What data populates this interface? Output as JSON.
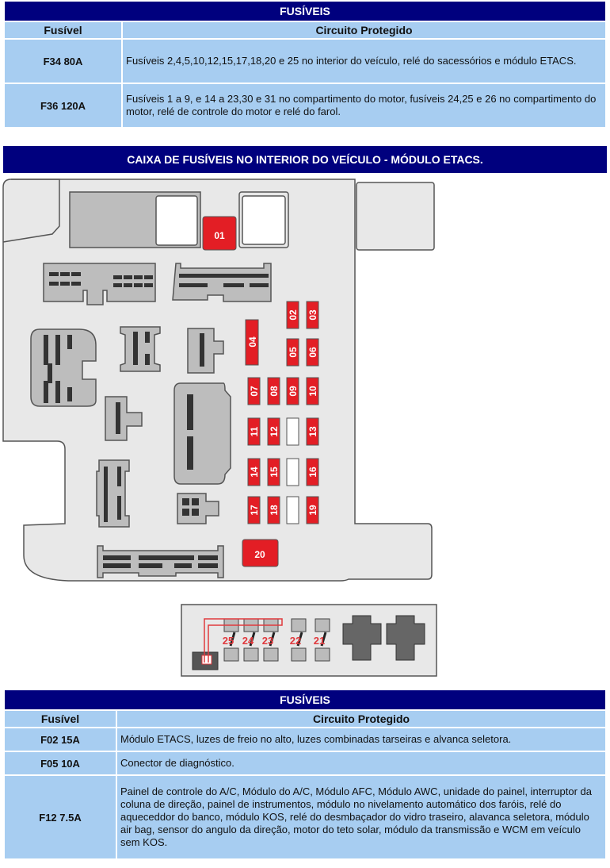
{
  "table1": {
    "title": "FUSÍVEIS",
    "col_fuse": "Fusível",
    "col_circuit": "Circuito Protegido",
    "rows": [
      {
        "fuse": "F34 80A",
        "circuit": "Fusíveis 2,4,5,10,12,15,17,18,20 e 25 no interior do veículo, relé do sacessórios e módulo ETACS."
      },
      {
        "fuse": "F36 120A",
        "circuit": "Fusíveis 1 a 9, e 14 a 23,30 e 31 no compartimento do motor, fusíveis 24,25 e 26 no compartimento do motor, relé de controle do motor e relé do farol."
      }
    ]
  },
  "diagram": {
    "title": "CAIXA DE FUSÍVEIS NO INTERIOR DO VEÍCULO - MÓDULO ETACS.",
    "fuses": [
      "01",
      "02",
      "03",
      "04",
      "05",
      "06",
      "07",
      "08",
      "09",
      "10",
      "11",
      "12",
      "13",
      "14",
      "15",
      "16",
      "17",
      "18",
      "19",
      "20",
      "21",
      "22",
      "23",
      "24",
      "25"
    ],
    "fuse_color": "#e31e25"
  },
  "table2": {
    "title": "FUSÍVEIS",
    "col_fuse": "Fusível",
    "col_circuit": "Circuito Protegido",
    "rows": [
      {
        "fuse": "F02 15A",
        "circuit": "Módulo ETACS, luzes de freio no alto, luzes combinadas tarseiras e alvanca seletora."
      },
      {
        "fuse": "F05 10A",
        "circuit": "Conector de diagnóstico."
      },
      {
        "fuse": "F12 7.5A",
        "circuit": "Painel de controle do A/C, Módulo do A/C, Módulo AFC, Módulo AWC,  unidade do painel, interruptor da coluna de direção, painel de instrumentos, módulo no nivelamento automático dos faróis, relé do aqueceddor do banco,  módulo KOS, relé do desmbaçador do vidro traseiro, alavanca seletora, módulo air bag, sensor do angulo da direção, motor do teto solar, módulo da transmissão e WCM em veículo sem KOS."
      }
    ]
  }
}
